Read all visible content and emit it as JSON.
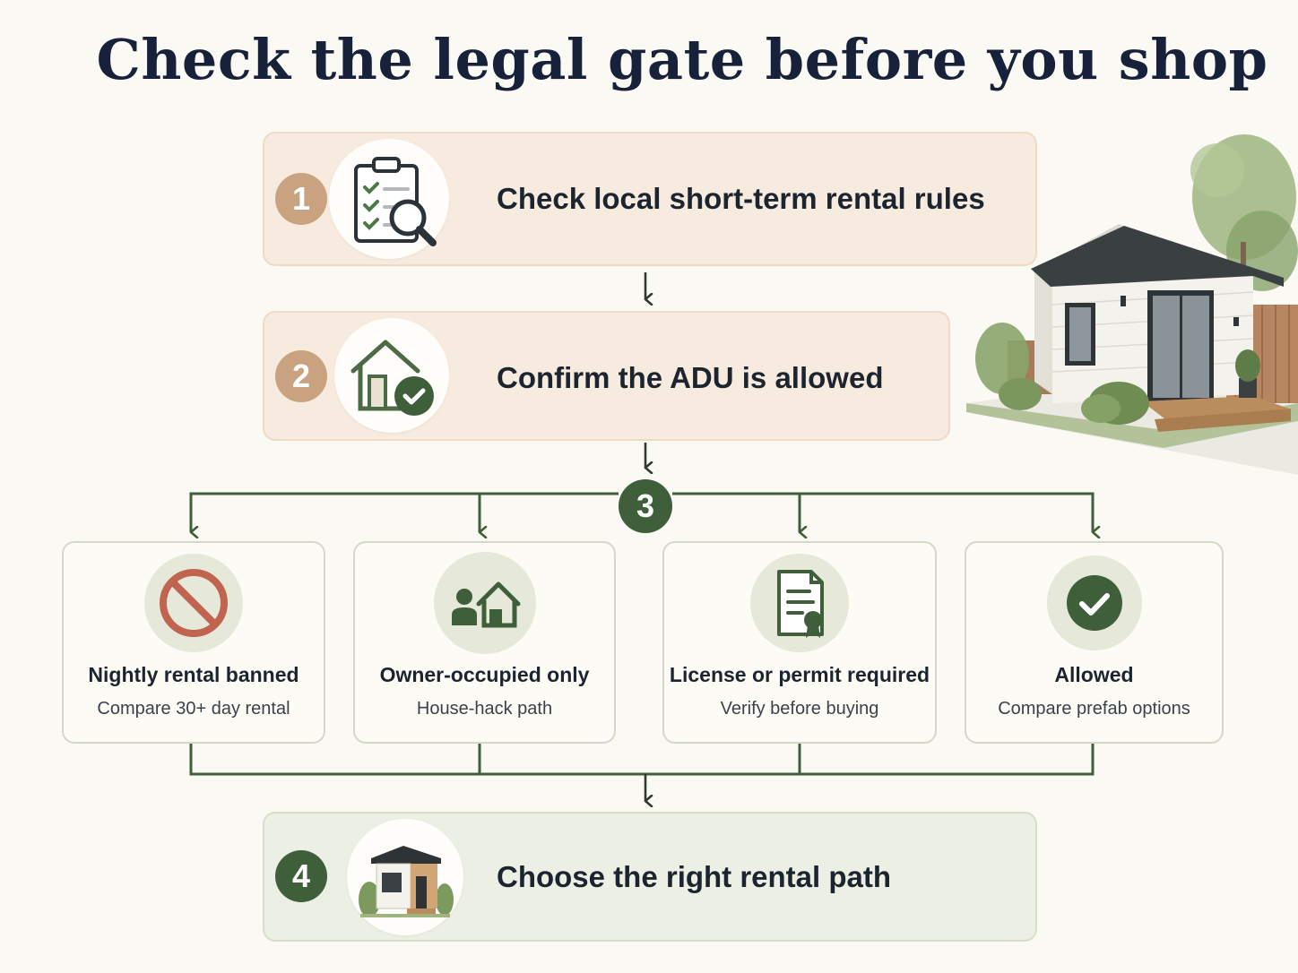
{
  "title": "Check the legal gate before you shop",
  "colors": {
    "accent_green": "#3f5f3b",
    "number_tan": "#c9a27f",
    "ban_red": "#c0634f",
    "step_peach": "#f7ebdf",
    "step_green": "#ecefe3"
  },
  "steps": [
    {
      "number": "1",
      "label": "Check local short-term rental rules",
      "icon": "clipboard-checklist-magnifier-icon"
    },
    {
      "number": "2",
      "label": "Confirm the ADU is allowed",
      "icon": "house-check-icon"
    },
    {
      "number": "3",
      "label": "",
      "icon": "branch-node"
    },
    {
      "number": "4",
      "label": "Choose the right rental path",
      "icon": "adu-house-illustration"
    }
  ],
  "options": [
    {
      "title": "Nightly rental banned",
      "subtitle": "Compare 30+ day rental",
      "icon": "ban-icon"
    },
    {
      "title": "Owner-occupied only",
      "subtitle": "House-hack path",
      "icon": "owner-house-icon"
    },
    {
      "title": "License or permit required",
      "subtitle": "Verify before buying",
      "icon": "license-document-icon"
    },
    {
      "title": "Allowed",
      "subtitle": "Compare prefab options",
      "icon": "check-circle-icon"
    }
  ]
}
